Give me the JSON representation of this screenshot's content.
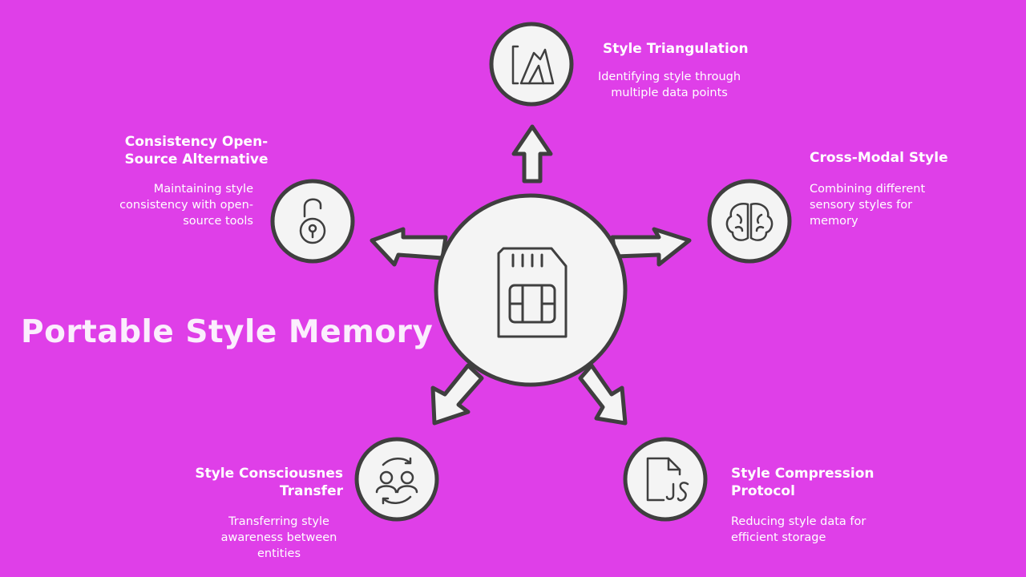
{
  "title": "Portable Style Memory",
  "colors": {
    "background": "#df3fe8",
    "circle_fill": "#f4f4f4",
    "stroke": "#3f3f3f",
    "text": "#ffffff"
  },
  "center": {
    "icon": "sim-card-icon"
  },
  "nodes": [
    {
      "id": "triangulation",
      "title": "Style Triangulation",
      "description": "Identifying style through multiple data points",
      "icon": "mountain-chart-icon"
    },
    {
      "id": "cross-modal",
      "title": "Cross-Modal Style",
      "description": "Combining different sensory styles for memory",
      "icon": "brain-icon"
    },
    {
      "id": "compression",
      "title": "Style Compression Protocol",
      "description": "Reducing style data for efficient storage",
      "icon": "js-file-icon"
    },
    {
      "id": "consciousness",
      "title": "Style Consciousnes Transfer",
      "description": "Transferring style awareness between entities",
      "icon": "people-exchange-icon"
    },
    {
      "id": "consistency",
      "title": "Consistency Open-Source Alternative",
      "description": "Maintaining style consistency with open-source tools",
      "icon": "open-lock-icon"
    }
  ]
}
